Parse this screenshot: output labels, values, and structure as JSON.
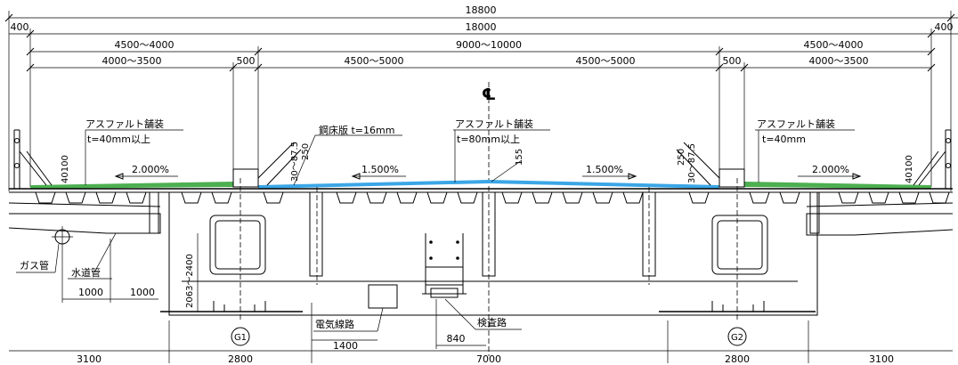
{
  "colors": {
    "pavement_green": "#4caf50",
    "pavement_blue": "#3ba6e6",
    "line": "#000000",
    "background": "#ffffff"
  },
  "dimensions": {
    "overall": "18800",
    "inner": "18000",
    "edge_left": "400",
    "edge_right": "400",
    "sidewalk_left": "4500～4000",
    "carriageway": "9000～10000",
    "sidewalk_right": "4500～4000",
    "walkway_left": "4000～3500",
    "barrier_left": "500",
    "lane_left": "4500～5000",
    "lane_right": "4500～5000",
    "barrier_right": "500",
    "walkway_right": "4000～3500",
    "bottom": [
      "3100",
      "2800",
      "7000",
      "2800",
      "3100"
    ],
    "pipe_offset_1": "1000",
    "pipe_offset_2": "1000",
    "cable_offset": "1400",
    "walkway_width": "840"
  },
  "labels": {
    "centerline": "℄",
    "pavement_left": "アスファルト舗装",
    "pavement_left_thickness": "t=40mm以上",
    "pavement_center": "アスファルト舗装",
    "pavement_center_thickness": "t=80mm以上",
    "pavement_right": "アスファルト舗装",
    "pavement_right_thickness": "t=40mm",
    "steel_deck": "鋼床版 t=16mm",
    "gas_pipe": "ガス管",
    "water_pipe": "水道管",
    "electric_conduit": "電気線路",
    "inspection_walkway": "検査路",
    "girder_1": "G1",
    "girder_2": "G2",
    "girder_depth": "2063～2400"
  },
  "slopes": {
    "left_sidewalk": "2.000%",
    "left_lane": "1.500%",
    "right_lane": "1.500%",
    "right_sidewalk": "2.000%"
  },
  "small_dims": {
    "left_barrier_top": "30～87.5",
    "left_barrier_height": "250",
    "right_barrier_height": "250",
    "right_barrier_top": "30～87.5",
    "crown": "155",
    "left_curb": "40100",
    "right_curb": "40100"
  }
}
